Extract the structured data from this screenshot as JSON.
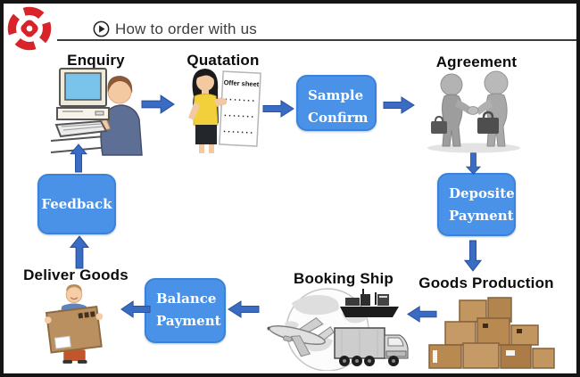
{
  "header": {
    "title": "How to order with us",
    "icon": "play-circle-icon"
  },
  "logo": {
    "name": "red-aperture-logo",
    "color": "#d8232a"
  },
  "steps": {
    "enquiry": {
      "label": "Enquiry"
    },
    "quotation": {
      "label": "Quatation",
      "offer_sheet": {
        "title": "Offer sheet",
        "rows": [
          "·······",
          "·······",
          "·······"
        ]
      }
    },
    "sample_confirm": {
      "line1": "Sample",
      "line2": "Confirm"
    },
    "agreement": {
      "label": "Agreement"
    },
    "deposite_payment": {
      "line1": "Deposite",
      "line2": "Payment"
    },
    "goods_production": {
      "label": "Goods Production"
    },
    "booking_ship": {
      "label": "Booking Ship"
    },
    "balance_payment": {
      "line1": "Balance",
      "line2": "Payment"
    },
    "deliver_goods": {
      "label": "Deliver Goods"
    },
    "feedback": {
      "label": "Feedback"
    }
  },
  "flow_order": [
    "Enquiry",
    "Quatation",
    "Sample Confirm",
    "Agreement",
    "Deposite Payment",
    "Goods Production",
    "Booking Ship",
    "Balance Payment",
    "Deliver Goods",
    "Feedback",
    "Enquiry"
  ],
  "colors": {
    "process_box_fill": "#4a92e8",
    "process_box_border": "#3b82dc",
    "arrow_blue": "#3a6cc3",
    "label_black": "#0c0c0c",
    "logo_red": "#d8232a",
    "frame_border": "#141414",
    "header_text": "#3d3d3d"
  }
}
